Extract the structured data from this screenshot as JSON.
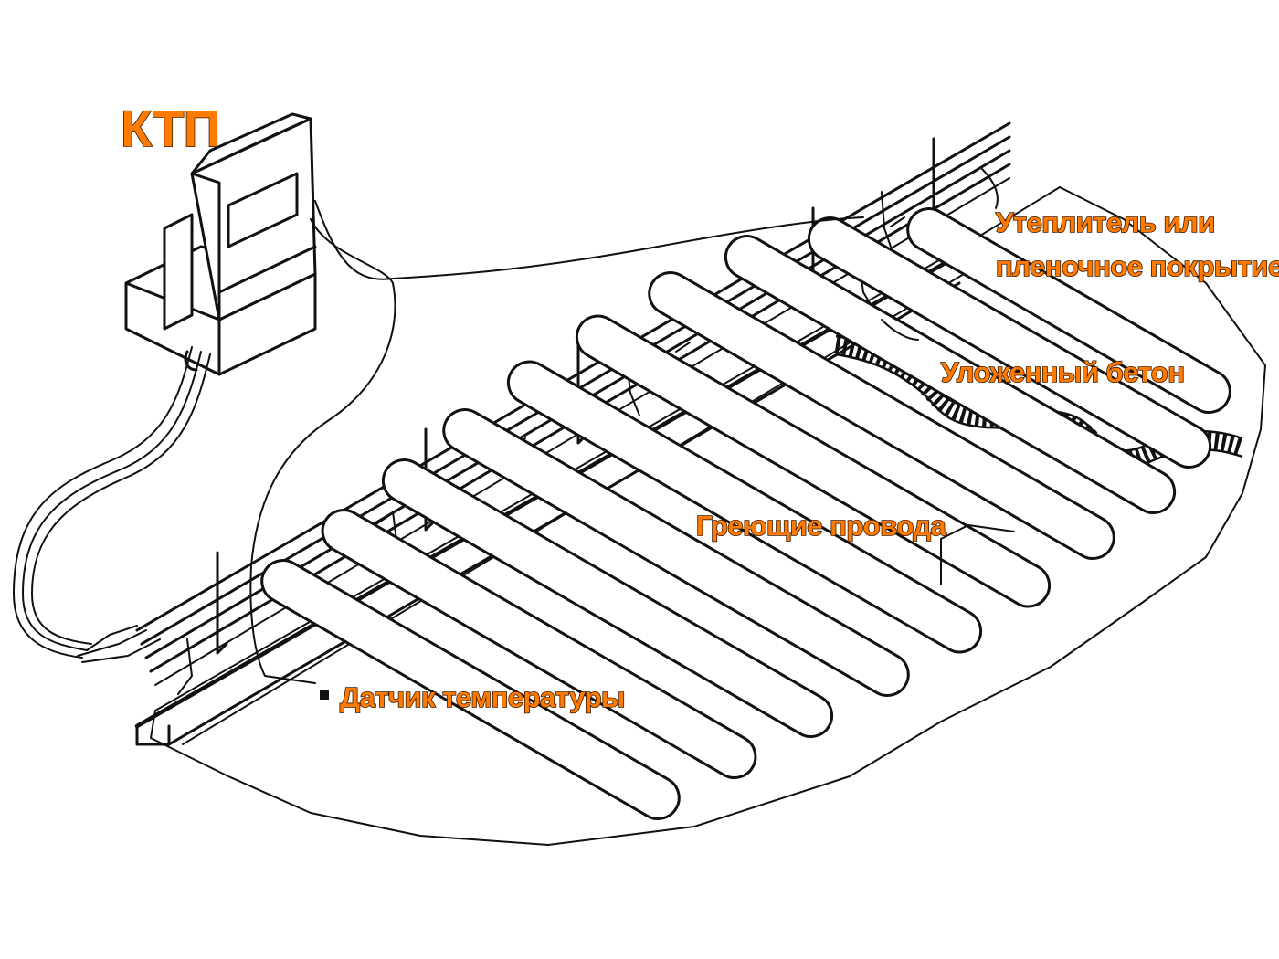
{
  "diagram": {
    "labels": {
      "controller": "КТП",
      "insulation_line1": "Утеплитель или",
      "insulation_line2": "пленочное покрытие",
      "concrete": "Уложенный бетон",
      "heating_wires": "Греющие провода",
      "temperature_sensor": "Датчик температуры"
    },
    "colors": {
      "label_fill": "#ff7a00",
      "label_outline": "#3a1a00",
      "line": "#111111",
      "background": "#ffffff"
    }
  }
}
